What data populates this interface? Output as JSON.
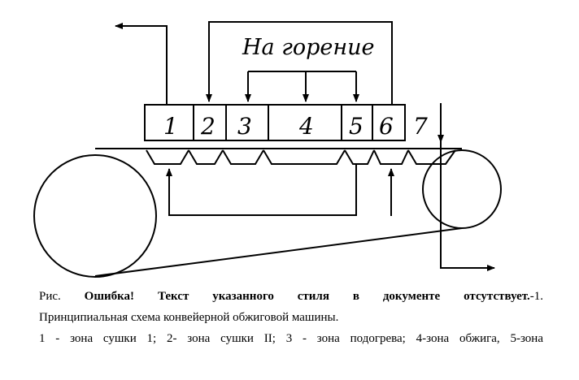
{
  "diagram": {
    "heading": "На горение",
    "zones": [
      "1",
      "2",
      "3",
      "4",
      "5",
      "6",
      "7"
    ]
  },
  "caption": {
    "prefix": "Рис. ",
    "error_text": "Ошибка! Текст указанного стиля в документе отсутствует.",
    "suffix": "-1.",
    "line2": "Принципиальная схема конвейерной обжиговой машины.",
    "line3": "1 - зона сушки 1; 2- зона сушки II; 3 - зона подогрева; 4-зона обжига, 5-зона"
  }
}
